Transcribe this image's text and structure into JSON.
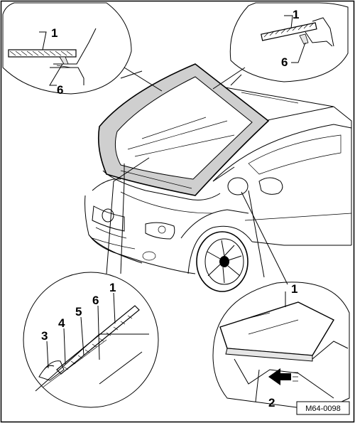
{
  "figure": {
    "reference": "M64-0098"
  },
  "callouts": {
    "top_left": {
      "upper": "1",
      "lower": "6"
    },
    "top_right": {
      "upper": "1",
      "lower": "6"
    },
    "bottom_left": {
      "c3": "3",
      "c4": "4",
      "c5": "5",
      "c6": "6",
      "c1": "1"
    },
    "bottom_right": {
      "upper": "1",
      "lower": "2"
    }
  },
  "icons": [
    "arrow-icon"
  ],
  "colors": {
    "line": "#000000",
    "background": "#ffffff",
    "glass": "#e6e6e6",
    "frame": "#ffffff"
  }
}
